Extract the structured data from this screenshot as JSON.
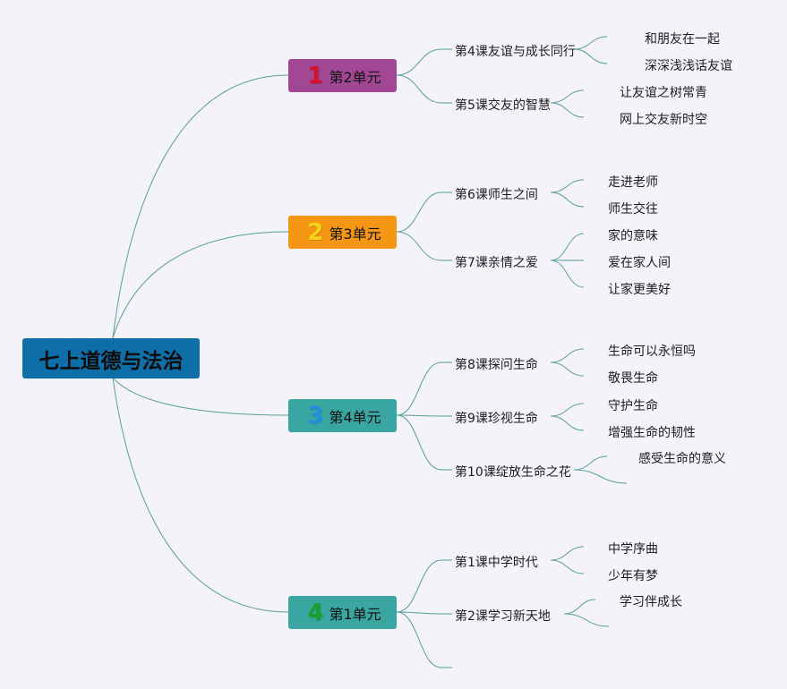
{
  "root": {
    "title": "七上道德与法治",
    "color": "#0e6fa8"
  },
  "units": [
    {
      "num": "1",
      "title": "第2单元",
      "bg": "#a24794",
      "numColor": "#d5102b",
      "lessons": [
        {
          "title": "第4课友谊与成长同行",
          "topics": [
            "和朋友在一起",
            "深深浅浅话友谊"
          ]
        },
        {
          "title": "第5课交友的智慧",
          "topics": [
            "让友谊之树常青",
            "网上交友新时空"
          ]
        }
      ]
    },
    {
      "num": "2",
      "title": "第3单元",
      "bg": "#f59614",
      "numColor": "#f7d21b",
      "lessons": [
        {
          "title": "第6课师生之间",
          "topics": [
            "走进老师",
            "师生交往"
          ]
        },
        {
          "title": "第7课亲情之爱",
          "topics": [
            "家的意味",
            "爱在家人间",
            "让家更美好"
          ]
        }
      ]
    },
    {
      "num": "3",
      "title": "第4单元",
      "bg": "#39a6a1",
      "numColor": "#1f8fe0",
      "lessons": [
        {
          "title": "第8课探问生命",
          "topics": [
            "生命可以永恒吗",
            "敬畏生命"
          ]
        },
        {
          "title": "第9课珍视生命",
          "topics": [
            "守护生命",
            "增强生命的韧性"
          ]
        },
        {
          "title": "第10课绽放生命之花",
          "topics": [
            "感受生命的意义",
            ""
          ]
        }
      ]
    },
    {
      "num": "4",
      "title": "第1单元",
      "bg": "#39a6a1",
      "numColor": "#17a12c",
      "lessons": [
        {
          "title": "第1课中学时代",
          "topics": [
            "中学序曲",
            "少年有梦"
          ]
        },
        {
          "title": "第2课学习新天地",
          "topics": [
            "学习伴成长",
            ""
          ]
        },
        {
          "title": "",
          "topics": []
        }
      ]
    }
  ],
  "line_color": "#5a9e9b"
}
